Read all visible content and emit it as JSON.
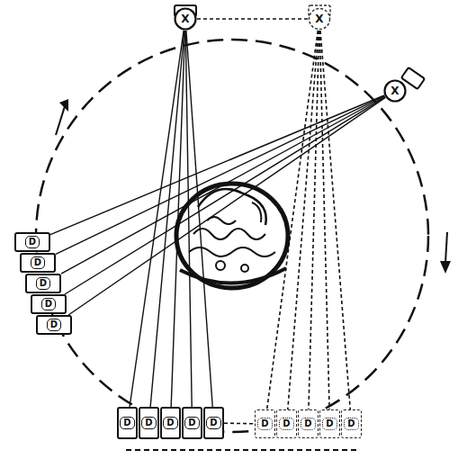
{
  "diagram": {
    "nodes": [
      {
        "text": [
          "X"
        ]
      },
      {
        "text": [
          "X"
        ]
      },
      {
        "text": [
          "X"
        ]
      },
      {
        "text": [
          "D"
        ]
      },
      {
        "text": [
          "D"
        ]
      },
      {
        "text": [
          "D"
        ]
      },
      {
        "text": [
          "D"
        ]
      },
      {
        "text": [
          "D"
        ]
      },
      {
        "text": [
          "D"
        ]
      },
      {
        "text": [
          "D"
        ]
      },
      {
        "text": [
          "D"
        ]
      },
      {
        "text": [
          "D"
        ]
      },
      {
        "text": [
          "D"
        ]
      },
      {
        "text": [
          "D"
        ]
      },
      {
        "text": [
          "D"
        ]
      },
      {
        "text": [
          "D"
        ]
      },
      {
        "text": [
          "D"
        ]
      },
      {
        "text": [
          "D"
        ]
      }
    ],
    "edges": [
      {
        "from": 0,
        "to": 3,
        "arrow": "none"
      },
      {
        "from": 0,
        "to": 4,
        "arrow": "none"
      },
      {
        "from": 0,
        "to": 5,
        "arrow": "none"
      },
      {
        "from": 0,
        "to": 6,
        "arrow": "none"
      },
      {
        "from": 0,
        "to": 7,
        "arrow": "none"
      },
      {
        "from": 1,
        "to": 8,
        "arrow": "none"
      },
      {
        "from": 1,
        "to": 9,
        "arrow": "none"
      },
      {
        "from": 1,
        "to": 10,
        "arrow": "none"
      },
      {
        "from": 1,
        "to": 11,
        "arrow": "none"
      },
      {
        "from": 1,
        "to": 12,
        "arrow": "none"
      },
      {
        "from": 2,
        "to": 13,
        "arrow": "none"
      },
      {
        "from": 2,
        "to": 14,
        "arrow": "none"
      },
      {
        "from": 2,
        "to": 15,
        "arrow": "none"
      },
      {
        "from": 2,
        "to": 16,
        "arrow": "none"
      },
      {
        "from": 2,
        "to": 17,
        "arrow": "none"
      },
      {
        "from": 0,
        "to": 1,
        "arrow": "none"
      },
      {
        "from": 7,
        "to": 8,
        "arrow": "none"
      }
    ]
  }
}
